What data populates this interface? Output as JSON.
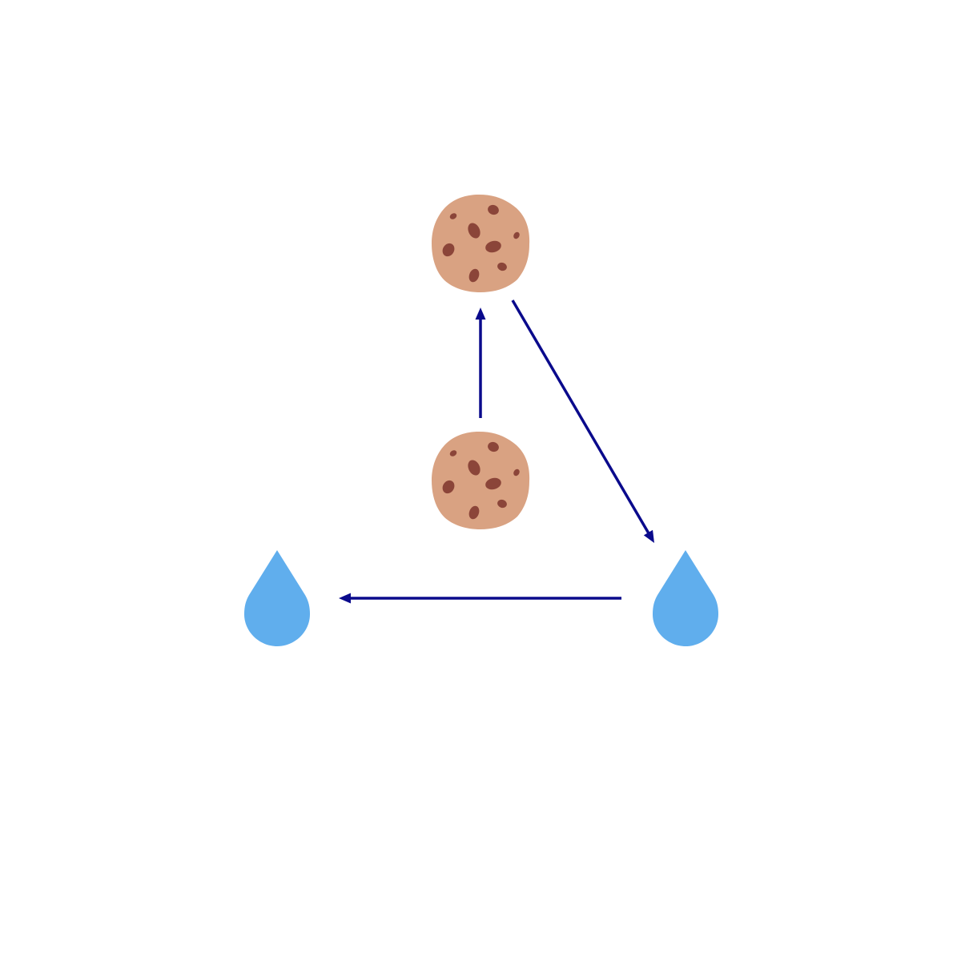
{
  "colors": {
    "background": "#ffffff",
    "arrow": "#0a0a8c",
    "cookie_dough": "#d9a282",
    "cookie_chip": "#8b4539",
    "drop": "#60aeed"
  },
  "nodes": [
    {
      "id": "cookie-top",
      "icon": "cookie-icon"
    },
    {
      "id": "cookie-center",
      "icon": "cookie-icon"
    },
    {
      "id": "drop-left",
      "icon": "water-drop-icon"
    },
    {
      "id": "drop-right",
      "icon": "water-drop-icon"
    }
  ],
  "edges": [
    {
      "from": "cookie-center",
      "to": "cookie-top"
    },
    {
      "from": "cookie-top",
      "to": "drop-right"
    },
    {
      "from": "drop-right",
      "to": "drop-left"
    }
  ]
}
